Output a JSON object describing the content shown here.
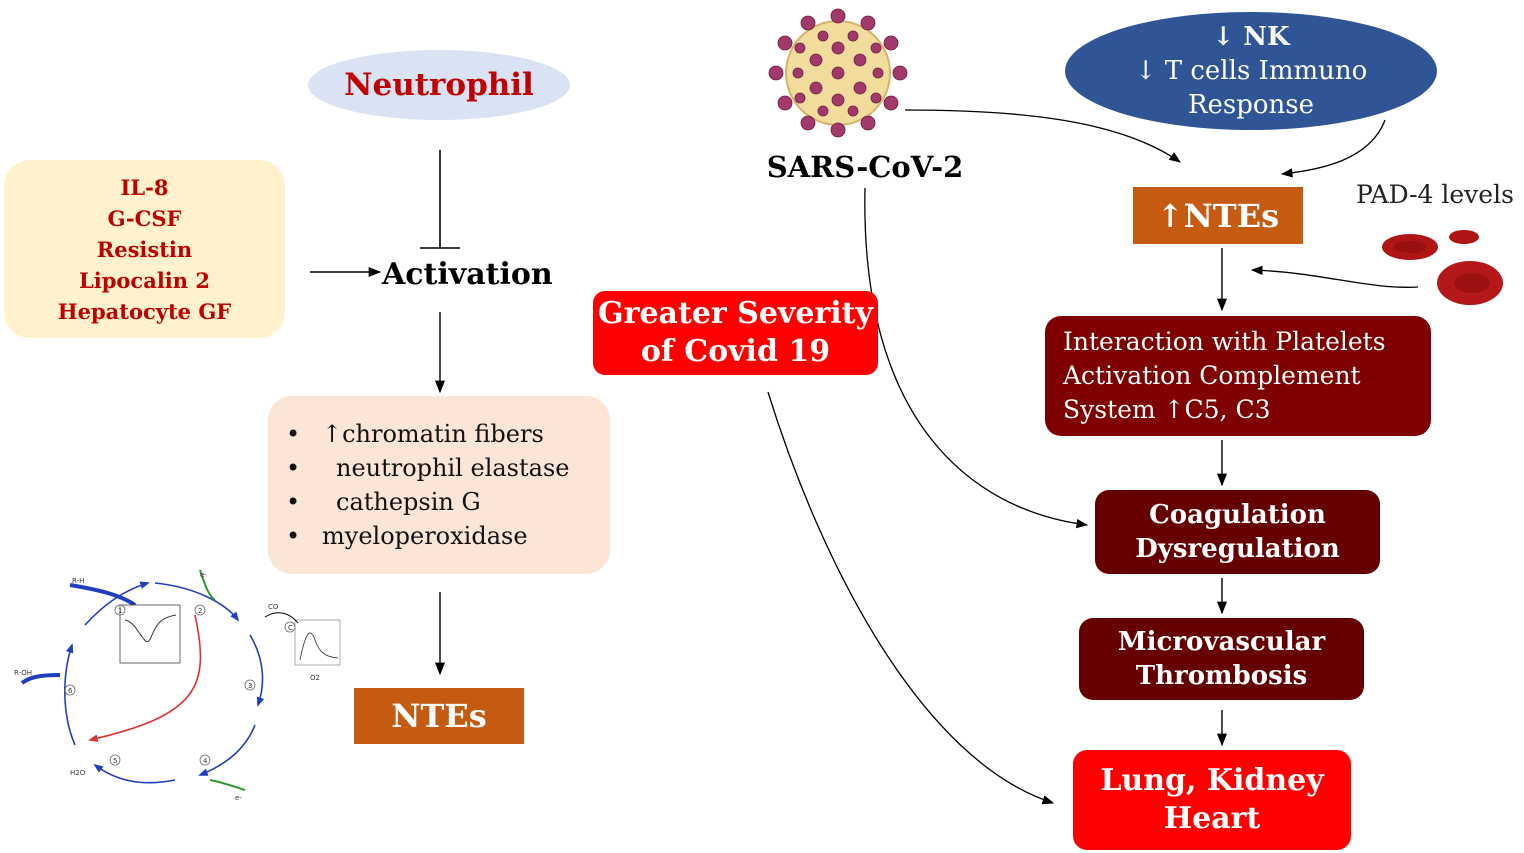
{
  "left": {
    "neutrophil": "Neutrophil",
    "mediators": [
      "IL-8",
      "G-CSF",
      "Resistin",
      "Lipocalin 2",
      "Hepatocyte GF"
    ],
    "activation": "Activation",
    "contents": [
      {
        "marker": "•",
        "text": "↑chromatin fibers"
      },
      {
        "marker": "•",
        "text": "neutrophil elastase"
      },
      {
        "marker": "•",
        "text": "cathepsin G"
      },
      {
        "marker": "•",
        "text": "myeloperoxidase"
      }
    ],
    "nets": "NTEs"
  },
  "cycle_figure": {
    "labels": [
      "R-H",
      "R-OH",
      "CO",
      "O2",
      "e-",
      "e-",
      "H2O"
    ],
    "steps": [
      "1",
      "2",
      "3",
      "4",
      "5",
      "6",
      "C"
    ]
  },
  "right": {
    "virus": "SARS-CoV-2",
    "immune": [
      "↓ NK",
      "↓ T cells  Immuno",
      "Response"
    ],
    "nets": "↑NTEs",
    "pad4": "PAD-4 levels",
    "severity": [
      "Greater Severity",
      "of Covid 19"
    ],
    "platelets": [
      "Interaction with Platelets",
      "Activation Complement",
      "System  ↑C5, C3"
    ],
    "coagulation": [
      "Coagulation",
      "Dysregulation"
    ],
    "thrombosis": [
      "Microvascular",
      "Thrombosis"
    ],
    "organs": [
      "Lung, Kidney",
      "Heart"
    ]
  },
  "colors": {
    "neutrophil_bg": "#dae3f3",
    "mediators_bg": "#fff2cc",
    "contents_bg": "#fbe5d6",
    "nets_bg": "#c55a11",
    "immune_bg": "#2f5597",
    "severity_bg": "#ff0000",
    "dark_red": "#660000",
    "label_red": "#c00000"
  }
}
